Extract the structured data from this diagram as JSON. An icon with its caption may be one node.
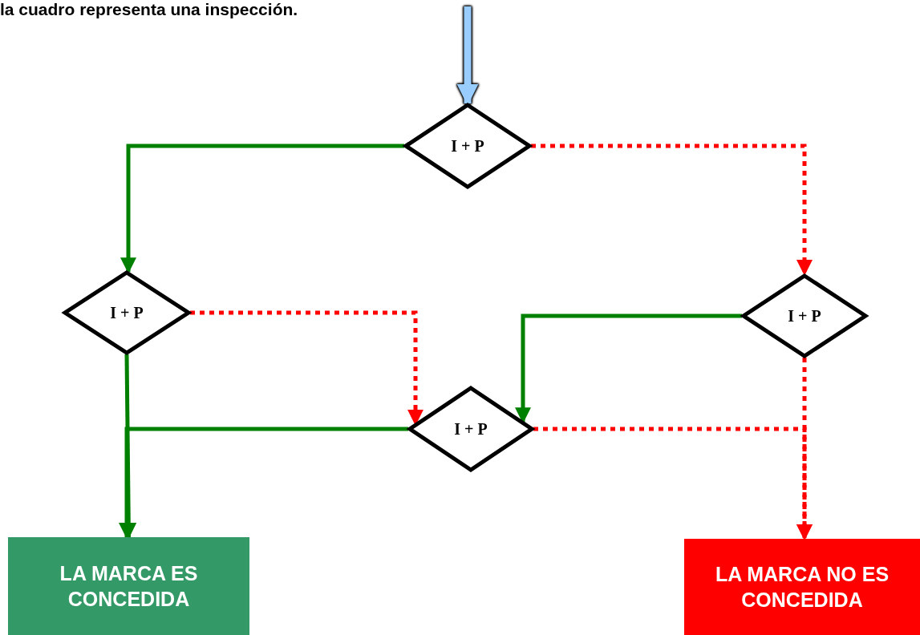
{
  "diagram": {
    "nodes": [
      {
        "text": [
          "I + P"
        ]
      },
      {
        "text": [
          "I + P"
        ]
      },
      {
        "text": [
          "I + P"
        ]
      },
      {
        "text": [
          "I + P"
        ]
      },
      {
        "text": [
          "LA MARCA ES CONCEDIDA"
        ]
      },
      {
        "text": [
          "LA MARCA NO ES CONCEDIDA"
        ]
      }
    ],
    "edges": [
      {
        "from": null,
        "to": 0,
        "arrow": "to",
        "style": "thick",
        "color": "#99ccff"
      },
      {
        "from": 0,
        "to": 1,
        "arrow": "to",
        "color": "#008000"
      },
      {
        "from": 0,
        "to": 2,
        "arrow": "to",
        "style": "dashed",
        "color": "#ff0000"
      },
      {
        "from": 1,
        "to": 3,
        "arrow": "to",
        "style": "dashed",
        "color": "#ff0000"
      },
      {
        "from": 2,
        "to": 3,
        "arrow": "to",
        "color": "#008000"
      },
      {
        "from": 3,
        "to": 4,
        "arrow": "to",
        "color": "#008000"
      },
      {
        "from": 1,
        "to": 4,
        "arrow": "to",
        "color": "#008000"
      },
      {
        "from": 3,
        "to": 5,
        "arrow": "to",
        "style": "dashed",
        "color": "#ff0000"
      },
      {
        "from": 2,
        "to": 5,
        "arrow": "to",
        "style": "dashed",
        "color": "#ff0000"
      }
    ],
    "labels": [
      "la cuadro representa una inspección."
    ]
  }
}
